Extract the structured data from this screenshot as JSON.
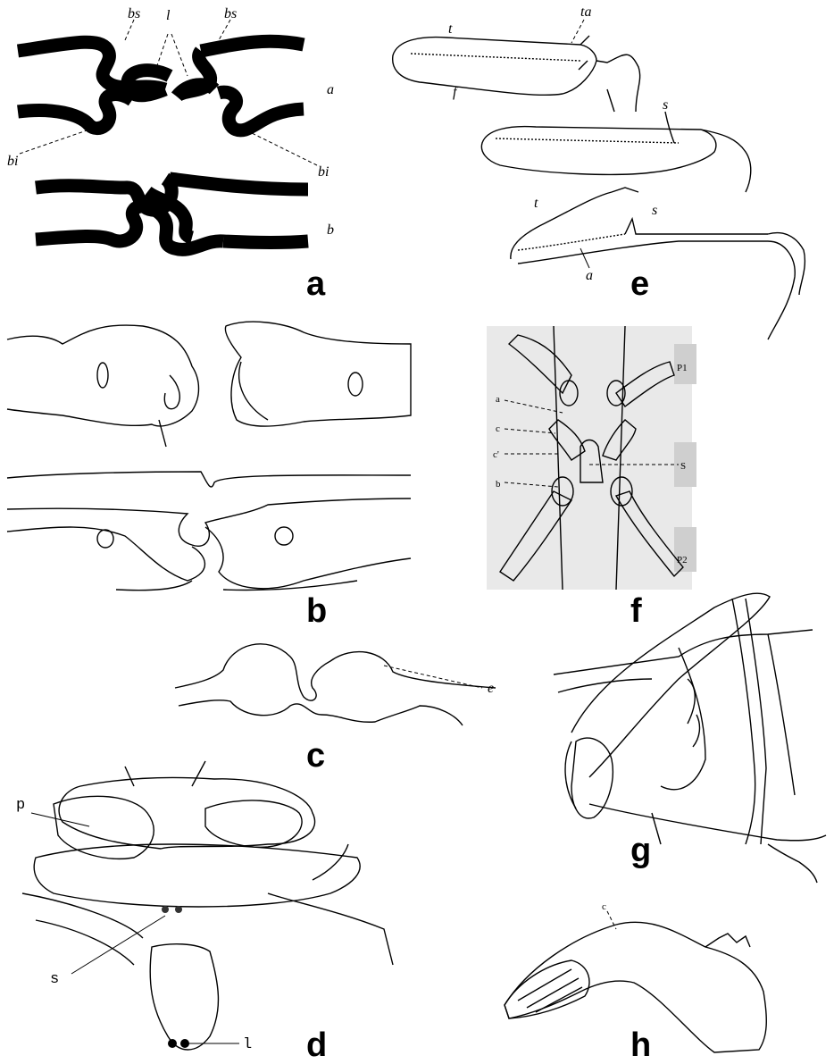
{
  "panels": {
    "a": {
      "letter": "a",
      "labels": {
        "bs_left": "bs",
        "l": "l",
        "bs_right": "bs",
        "bi_left": "bi",
        "bi_right": "bi",
        "state_a": "a",
        "state_b": "b"
      }
    },
    "b": {
      "letter": "b"
    },
    "c": {
      "letter": "c",
      "labels": {
        "e": "e"
      }
    },
    "d": {
      "letter": "d",
      "labels": {
        "p": "p",
        "s": "s",
        "l": "l"
      }
    },
    "e": {
      "letter": "e",
      "labels": {
        "t1": "t",
        "ta": "ta",
        "f": "f",
        "s1": "s",
        "t2": "t",
        "s2": "s",
        "a": "a"
      }
    },
    "f": {
      "letter": "f",
      "labels": {
        "p1": "P1",
        "a": "a",
        "c": "c",
        "c2": "c'",
        "b": "b",
        "s": "S",
        "p2": "P2"
      }
    },
    "g": {
      "letter": "g"
    },
    "h": {
      "letter": "h",
      "labels": {
        "c": "c"
      }
    }
  }
}
